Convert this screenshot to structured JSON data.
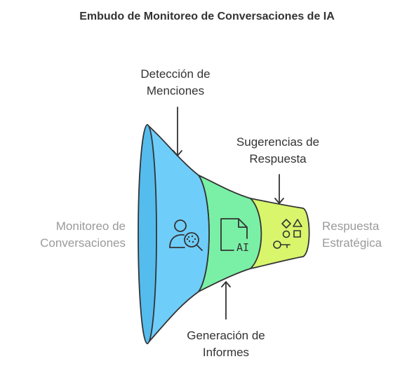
{
  "title": "Embudo de Monitoreo de Conversaciones de IA",
  "labels": {
    "deteccion": [
      "Detección de",
      "Menciones"
    ],
    "sugerencias": [
      "Sugerencias de",
      "Respuesta"
    ],
    "monitoreo": [
      "Monitoreo de",
      "Conversaciones"
    ],
    "respuesta": [
      "Respuesta",
      "Estratégica"
    ],
    "generacion": [
      "Generación de",
      "Informes"
    ]
  },
  "icons": {
    "stage1": "user-search-icon",
    "stage2": "ai-document-icon",
    "stage3": "shapes-key-icon",
    "ai_text": "AI"
  },
  "colors": {
    "stage1": "#6fcdf9",
    "stage1_rim": "#55bcee",
    "stage2": "#7af0a6",
    "stage3": "#d8f56c",
    "stroke": "#333333",
    "label_dark": "#333333",
    "label_gray": "#9a9a9a"
  }
}
